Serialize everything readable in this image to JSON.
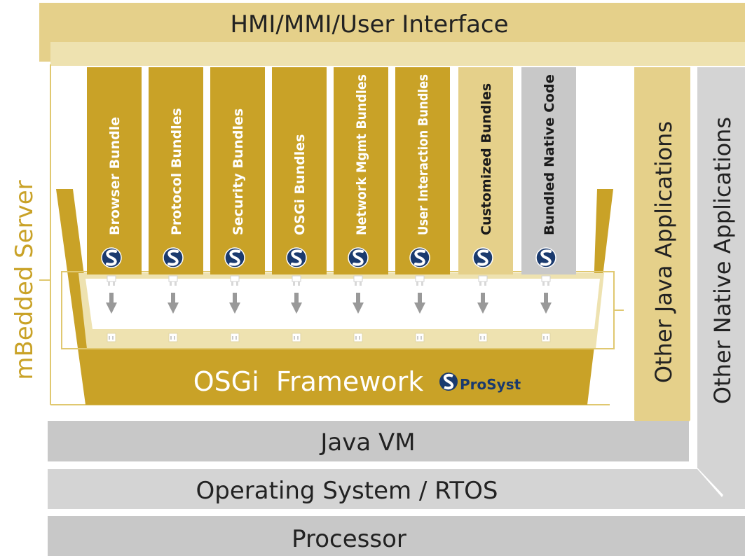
{
  "header": {
    "title": "HMI/MMI/User Interface"
  },
  "side_label": "mBedded Server",
  "bundles": [
    {
      "label": "Browser Bundle",
      "style": "gold"
    },
    {
      "label": "Protocol Bundles",
      "style": "gold"
    },
    {
      "label": "Security Bundles",
      "style": "gold"
    },
    {
      "label": "OSGi Bundles",
      "style": "gold"
    },
    {
      "label": "Network Mgmt Bundles",
      "style": "gold"
    },
    {
      "label": "User Interaction Bundles",
      "style": "gold"
    },
    {
      "label": "Customized Bundles",
      "style": "light"
    },
    {
      "label": "Bundled Native Code",
      "style": "gray"
    }
  ],
  "framework": {
    "label": "OSGi  Framework",
    "brand": "ProSyst"
  },
  "java_apps": "Other Java Applications",
  "native_apps": "Other Native Applications",
  "layers": {
    "java_vm": "Java VM",
    "os": "Operating System / RTOS",
    "processor": "Processor"
  },
  "colors": {
    "gold": "#c9a227",
    "gold_light": "#e5d08a",
    "gold_pale": "#eee2b0",
    "gray": "#c8c8c8",
    "gray_light": "#d4d4d4",
    "logo_blue": "#1a3a6e"
  }
}
